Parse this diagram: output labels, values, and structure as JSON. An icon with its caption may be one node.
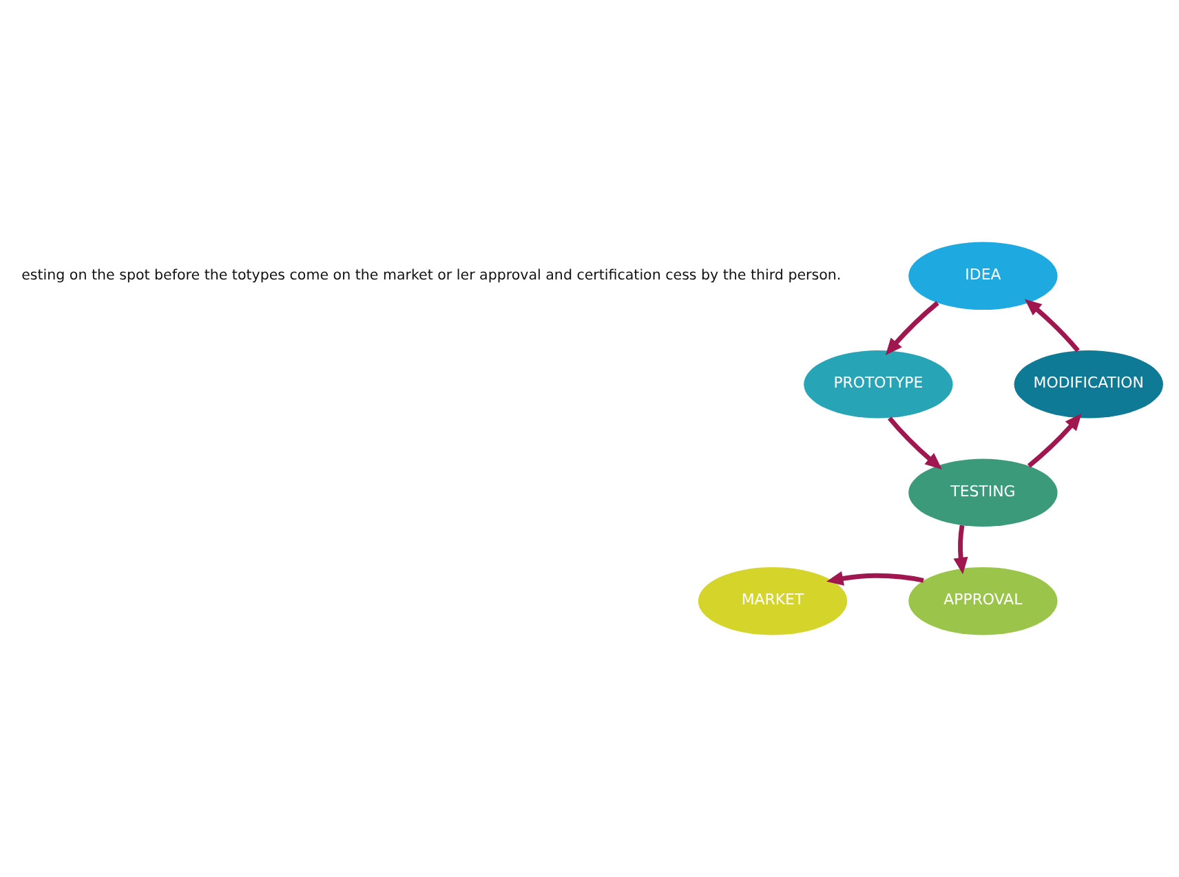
{
  "diagram": {
    "nodes": [
      {
        "text": [
          "IDEA"
        ]
      },
      {
        "text": [
          "PROTOTYPE"
        ]
      },
      {
        "text": [
          "TESTING"
        ]
      },
      {
        "text": [
          "MODIFICATION"
        ]
      },
      {
        "text": [
          "APPROVAL"
        ]
      },
      {
        "text": [
          "MARKET"
        ]
      }
    ],
    "edges": [
      {
        "from": 0,
        "to": 1,
        "arrow": "to"
      },
      {
        "from": 1,
        "to": 2,
        "arrow": "to"
      },
      {
        "from": 2,
        "to": 3,
        "arrow": "to"
      },
      {
        "from": 3,
        "to": 0,
        "arrow": "to"
      },
      {
        "from": 2,
        "to": 4,
        "arrow": "to"
      },
      {
        "from": 4,
        "to": 5,
        "arrow": "to"
      }
    ],
    "labels": [
      "esting on the spot before the totypes come on the market or ler approval and certification cess by the third person."
    ]
  }
}
